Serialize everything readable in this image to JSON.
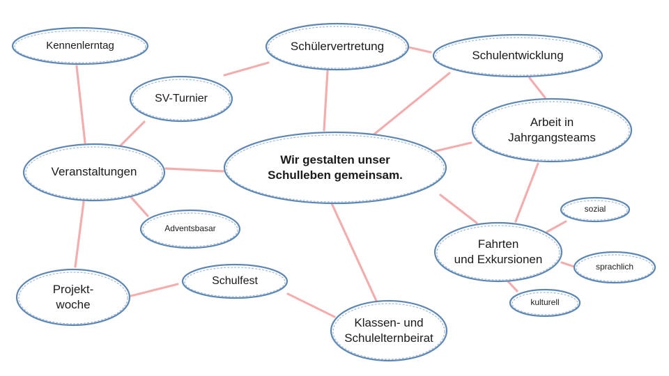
{
  "diagram": {
    "center": "Wir gestalten unser\nSchulleben gemeinsam.",
    "schuelervertretung": "Schülervertretung",
    "schulentwicklung": "Schulentwicklung",
    "kennenlerntag": "Kennenlerntag",
    "sv_turnier": "SV-Turnier",
    "veranstaltungen": "Veranstaltungen",
    "arbeit_jahrgangsteams": "Arbeit in\nJahrgangsteams",
    "adventsbasar": "Adventsbasar",
    "sozial": "sozial",
    "fahrten": "Fahrten\nund Exkursionen",
    "sprachlich": "sprachlich",
    "projektwoche": "Projekt-\nwoche",
    "schulfest": "Schulfest",
    "kulturell": "kulturell",
    "elternbeirat": "Klassen- und\nSchulelternbeirat"
  },
  "colors": {
    "node_stroke": "#5d86b3",
    "edge": "#f0a0a0"
  }
}
